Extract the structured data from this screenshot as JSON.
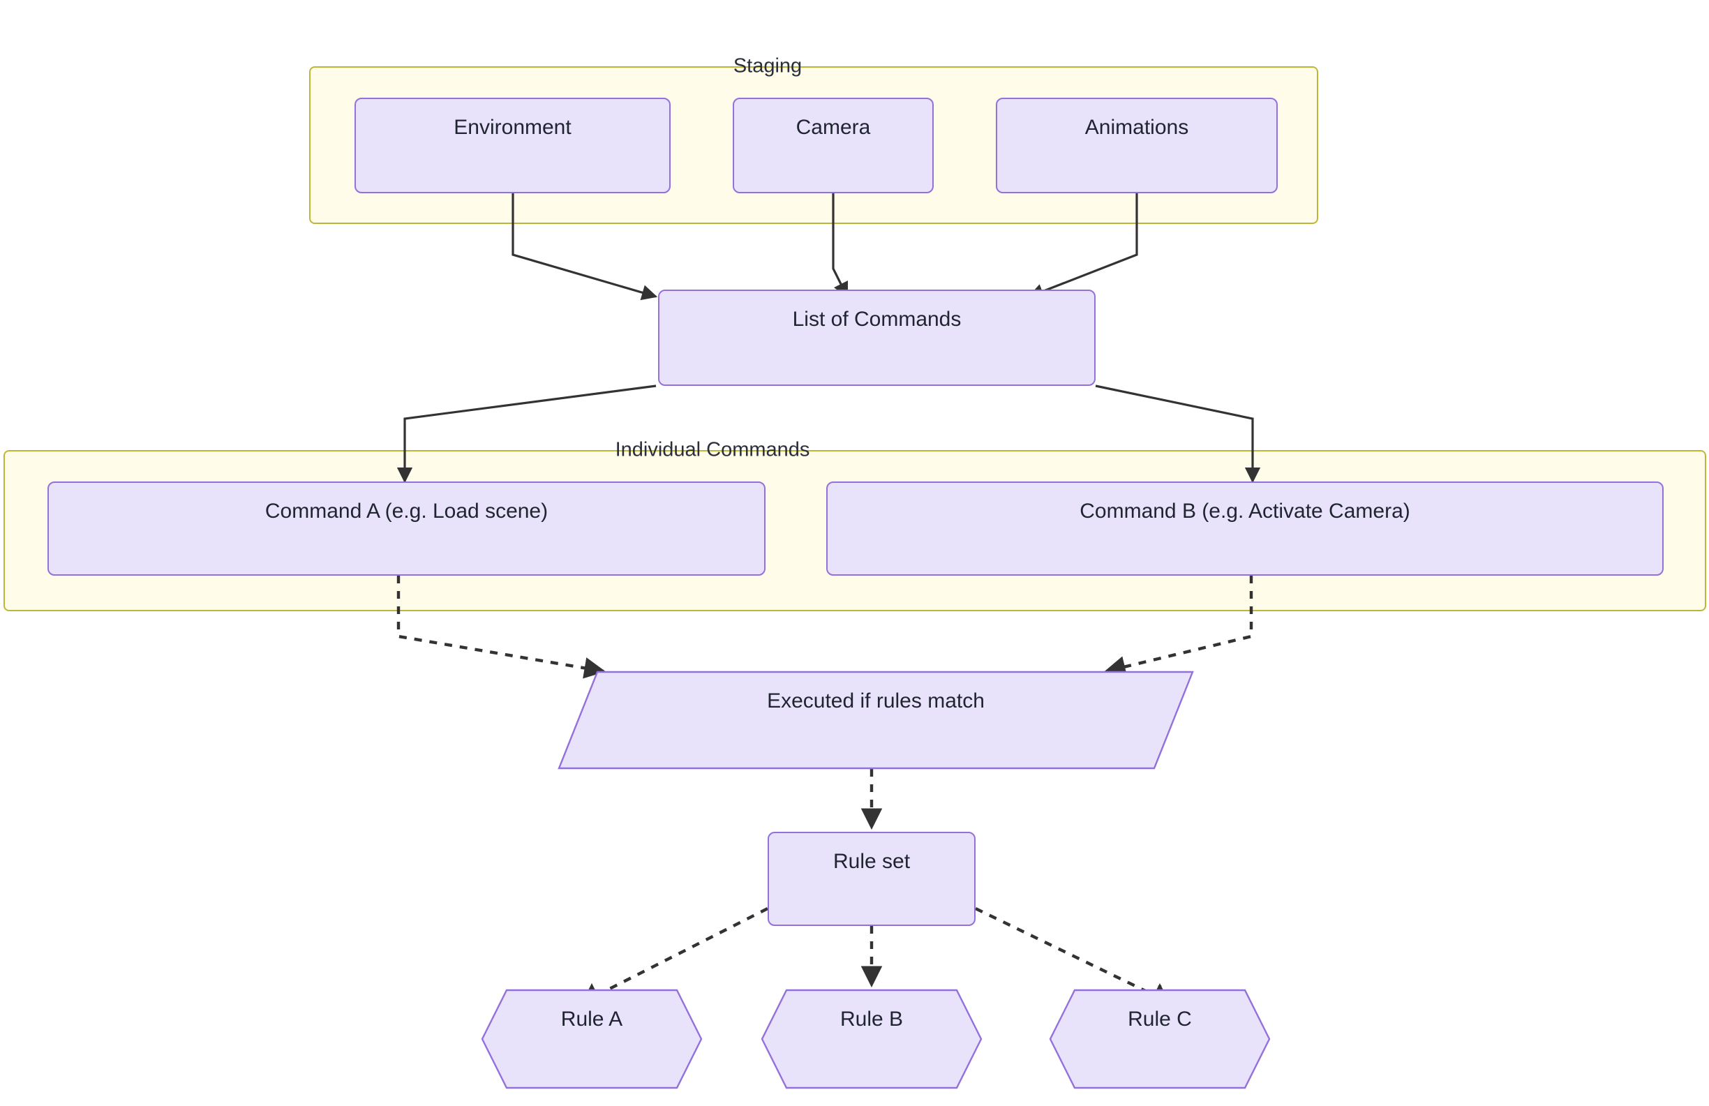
{
  "diagram": {
    "type": "flowchart",
    "clusters": [
      {
        "id": "staging",
        "label": "Staging"
      },
      {
        "id": "individual_commands",
        "label": "Individual Commands"
      }
    ],
    "nodes": [
      {
        "id": "environment",
        "label": "Environment",
        "shape": "rounded-rect",
        "cluster": "staging"
      },
      {
        "id": "camera",
        "label": "Camera",
        "shape": "rounded-rect",
        "cluster": "staging"
      },
      {
        "id": "animations",
        "label": "Animations",
        "shape": "rounded-rect",
        "cluster": "staging"
      },
      {
        "id": "list_of_commands",
        "label": "List of Commands",
        "shape": "rounded-rect",
        "cluster": null
      },
      {
        "id": "command_a",
        "label": "Command A (e.g. Load scene)",
        "shape": "rounded-rect",
        "cluster": "individual_commands"
      },
      {
        "id": "command_b",
        "label": "Command B (e.g. Activate Camera)",
        "shape": "rounded-rect",
        "cluster": "individual_commands"
      },
      {
        "id": "executed",
        "label": "Executed if rules match",
        "shape": "parallelogram",
        "cluster": null
      },
      {
        "id": "rule_set",
        "label": "Rule set",
        "shape": "rounded-rect",
        "cluster": null
      },
      {
        "id": "rule_a",
        "label": "Rule A",
        "shape": "hexagon",
        "cluster": null
      },
      {
        "id": "rule_b",
        "label": "Rule B",
        "shape": "hexagon",
        "cluster": null
      },
      {
        "id": "rule_c",
        "label": "Rule C",
        "shape": "hexagon",
        "cluster": null
      }
    ],
    "edges": [
      {
        "from": "environment",
        "to": "list_of_commands",
        "style": "solid",
        "arrow": "end"
      },
      {
        "from": "camera",
        "to": "list_of_commands",
        "style": "solid",
        "arrow": "end"
      },
      {
        "from": "animations",
        "to": "list_of_commands",
        "style": "solid",
        "arrow": "end"
      },
      {
        "from": "list_of_commands",
        "to": "command_a",
        "style": "solid",
        "arrow": "end"
      },
      {
        "from": "list_of_commands",
        "to": "command_b",
        "style": "solid",
        "arrow": "end"
      },
      {
        "from": "command_a",
        "to": "executed",
        "style": "dotted",
        "arrow": "end"
      },
      {
        "from": "command_b",
        "to": "executed",
        "style": "dotted",
        "arrow": "end"
      },
      {
        "from": "executed",
        "to": "rule_set",
        "style": "dotted",
        "arrow": "end"
      },
      {
        "from": "rule_set",
        "to": "rule_a",
        "style": "dotted",
        "arrow": "end"
      },
      {
        "from": "rule_set",
        "to": "rule_b",
        "style": "dotted",
        "arrow": "end"
      },
      {
        "from": "rule_set",
        "to": "rule_c",
        "style": "dotted",
        "arrow": "end"
      }
    ],
    "colors": {
      "node_fill": "#e8e3fb",
      "node_stroke": "#9370db",
      "cluster_fill": "#fffce9",
      "cluster_stroke": "#bdb636",
      "edge_stroke": "#333333",
      "text": "#1f2430",
      "background": "#ffffff"
    }
  }
}
